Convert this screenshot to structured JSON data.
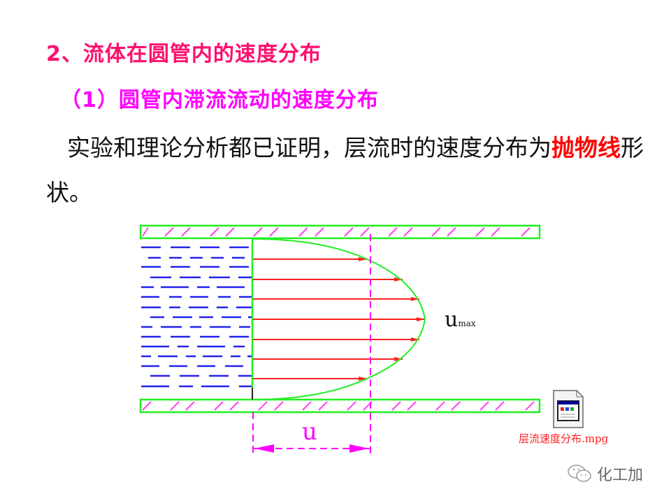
{
  "slide": {
    "heading": "2、流体在圆管内的速度分布",
    "subheading": "（1）圆管内滞流流动的速度分布",
    "paragraph": {
      "before": "实验和理论分析都已证明，层流时的速度分布为",
      "highlight": "抛物线",
      "after": "形状。"
    }
  },
  "diagram": {
    "umax_main": "u",
    "umax_sub": "max",
    "u_label": "u",
    "colors": {
      "pipe_wall": "#22ee22",
      "hatch": "#ff44ee",
      "fluid_dash": "#2222ee",
      "velocity_arrow": "#ff2020",
      "profile_curve": "#22ee22",
      "dimension": "#ff00ff"
    },
    "arrow_count": 7
  },
  "attachment": {
    "icon": "video-file-icon",
    "filename": "层流速度分布.mpg"
  },
  "watermark": {
    "icon": "wechat-icon",
    "text": "化工加"
  }
}
